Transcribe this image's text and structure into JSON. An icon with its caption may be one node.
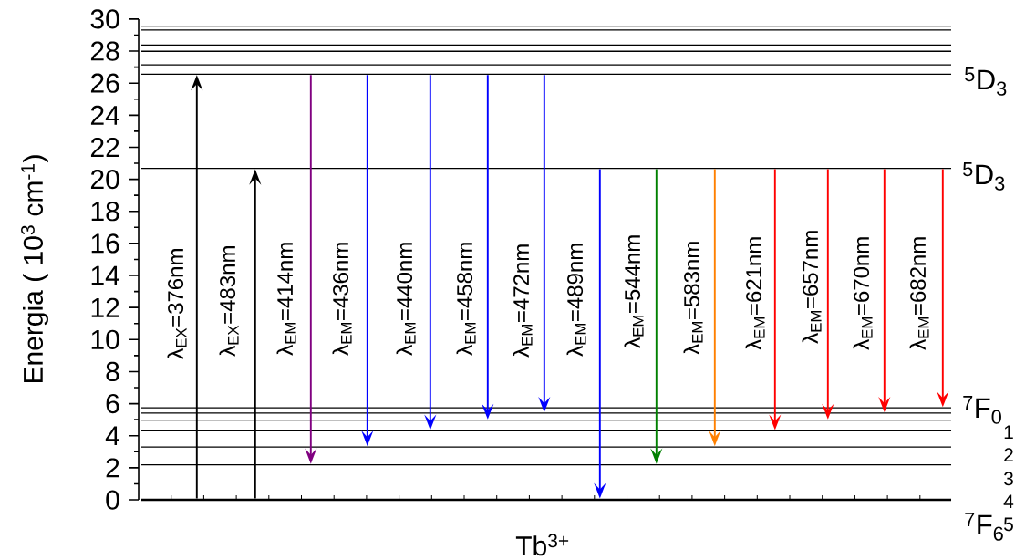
{
  "diagram": {
    "nodes": [
      {
        "text": [],
        "shape": "bar"
      },
      {
        "text": [],
        "shape": "bar"
      },
      {
        "text": [],
        "shape": "bar"
      },
      {
        "text": [],
        "shape": "bar"
      },
      {
        "text": [],
        "shape": "bar"
      },
      {
        "text": [
          "$^{5}$D$_{3}$"
        ]
      },
      {
        "text": [
          "$^{5}$D$_{3}$"
        ]
      },
      {
        "text": [
          "$^{7}$F$_{0}$"
        ]
      },
      {
        "text": [],
        "shape": "bar"
      },
      {
        "text": [],
        "shape": "bar"
      },
      {
        "text": [],
        "shape": "bar"
      },
      {
        "text": [],
        "shape": "bar"
      },
      {
        "text": [],
        "shape": "bar"
      },
      {
        "text": [
          "$^{7}$F$_{6}$"
        ]
      }
    ],
    "edges": [
      {
        "from": 13,
        "to": 5,
        "arrow": "to",
        "label": "λ$_{EX}$=376nm",
        "color": "#000000"
      },
      {
        "from": 13,
        "to": 6,
        "arrow": "to",
        "label": "λ$_{EX}$=483nm",
        "color": "#000000"
      },
      {
        "from": 5,
        "to": 12,
        "arrow": "to",
        "label": "λ$_{EM}$=414nm",
        "color": "#800080"
      },
      {
        "from": 5,
        "to": 11,
        "arrow": "to",
        "label": "λ$_{EM}$=436nm",
        "color": "#0000ff"
      },
      {
        "from": 5,
        "to": 10,
        "arrow": "to",
        "label": "λ$_{EM}$=440nm",
        "color": "#0000ff"
      },
      {
        "from": 5,
        "to": 9,
        "arrow": "to",
        "label": "λ$_{EM}$=458nm",
        "color": "#0000ff"
      },
      {
        "from": 5,
        "to": 8,
        "arrow": "to",
        "label": "λ$_{EM}$=472nm",
        "color": "#0000ff"
      },
      {
        "from": 6,
        "to": 13,
        "arrow": "to",
        "label": "λ$_{EM}$=489nm",
        "color": "#0000ff"
      },
      {
        "from": 6,
        "to": 12,
        "arrow": "to",
        "label": "λ$_{EM}$=544nm",
        "color": "#008000"
      },
      {
        "from": 6,
        "to": 11,
        "arrow": "to",
        "label": "λ$_{EM}$=583nm",
        "color": "#ff8000"
      },
      {
        "from": 6,
        "to": 10,
        "arrow": "to",
        "label": "λ$_{EM}$=621nm",
        "color": "#ff0000"
      },
      {
        "from": 6,
        "to": 9,
        "arrow": "to",
        "label": "λ$_{EM}$=657nm",
        "color": "#ff0000"
      },
      {
        "from": 6,
        "to": 8,
        "arrow": "to",
        "label": "λ$_{EM}$=670nm",
        "color": "#ff0000"
      },
      {
        "from": 6,
        "to": 7,
        "arrow": "to",
        "label": "λ$_{EM}$=682nm",
        "color": "#ff0000"
      }
    ],
    "labels": [
      "30",
      "28",
      "26",
      "24",
      "22",
      "20",
      "18",
      "16",
      "14",
      "12",
      "10",
      "8",
      "6",
      "4",
      "2",
      "0",
      "Energia ( 10$^{3}$ cm$^{-1}$)",
      "1",
      "2",
      "3",
      "4",
      "5",
      "Tb$^{3+}$"
    ]
  }
}
